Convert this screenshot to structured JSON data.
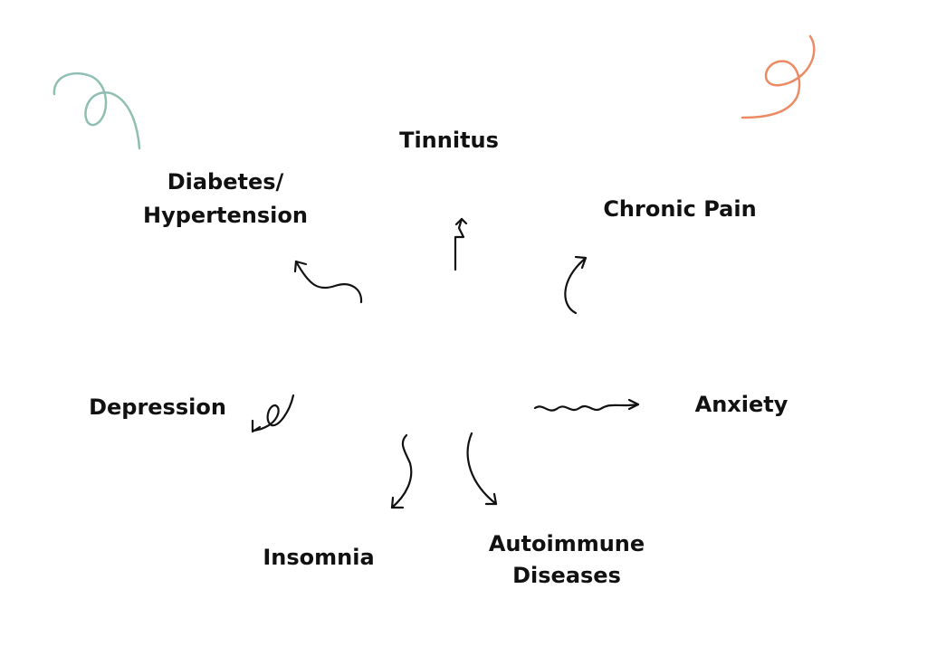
{
  "labels": {
    "tinnitus": "Tinnitus",
    "diabetes_line1": "Diabetes/",
    "diabetes_line2": "Hypertension",
    "chronic_pain": "Chronic Pain",
    "depression": "Depression",
    "anxiety": "Anxiety",
    "insomnia": "Insomnia",
    "autoimmune_line1": "Autoimmune",
    "autoimmune_line2": "Diseases"
  },
  "colors": {
    "text": "#111111",
    "squiggle_left": "#8fbfb3",
    "squiggle_right": "#ec8a63"
  }
}
